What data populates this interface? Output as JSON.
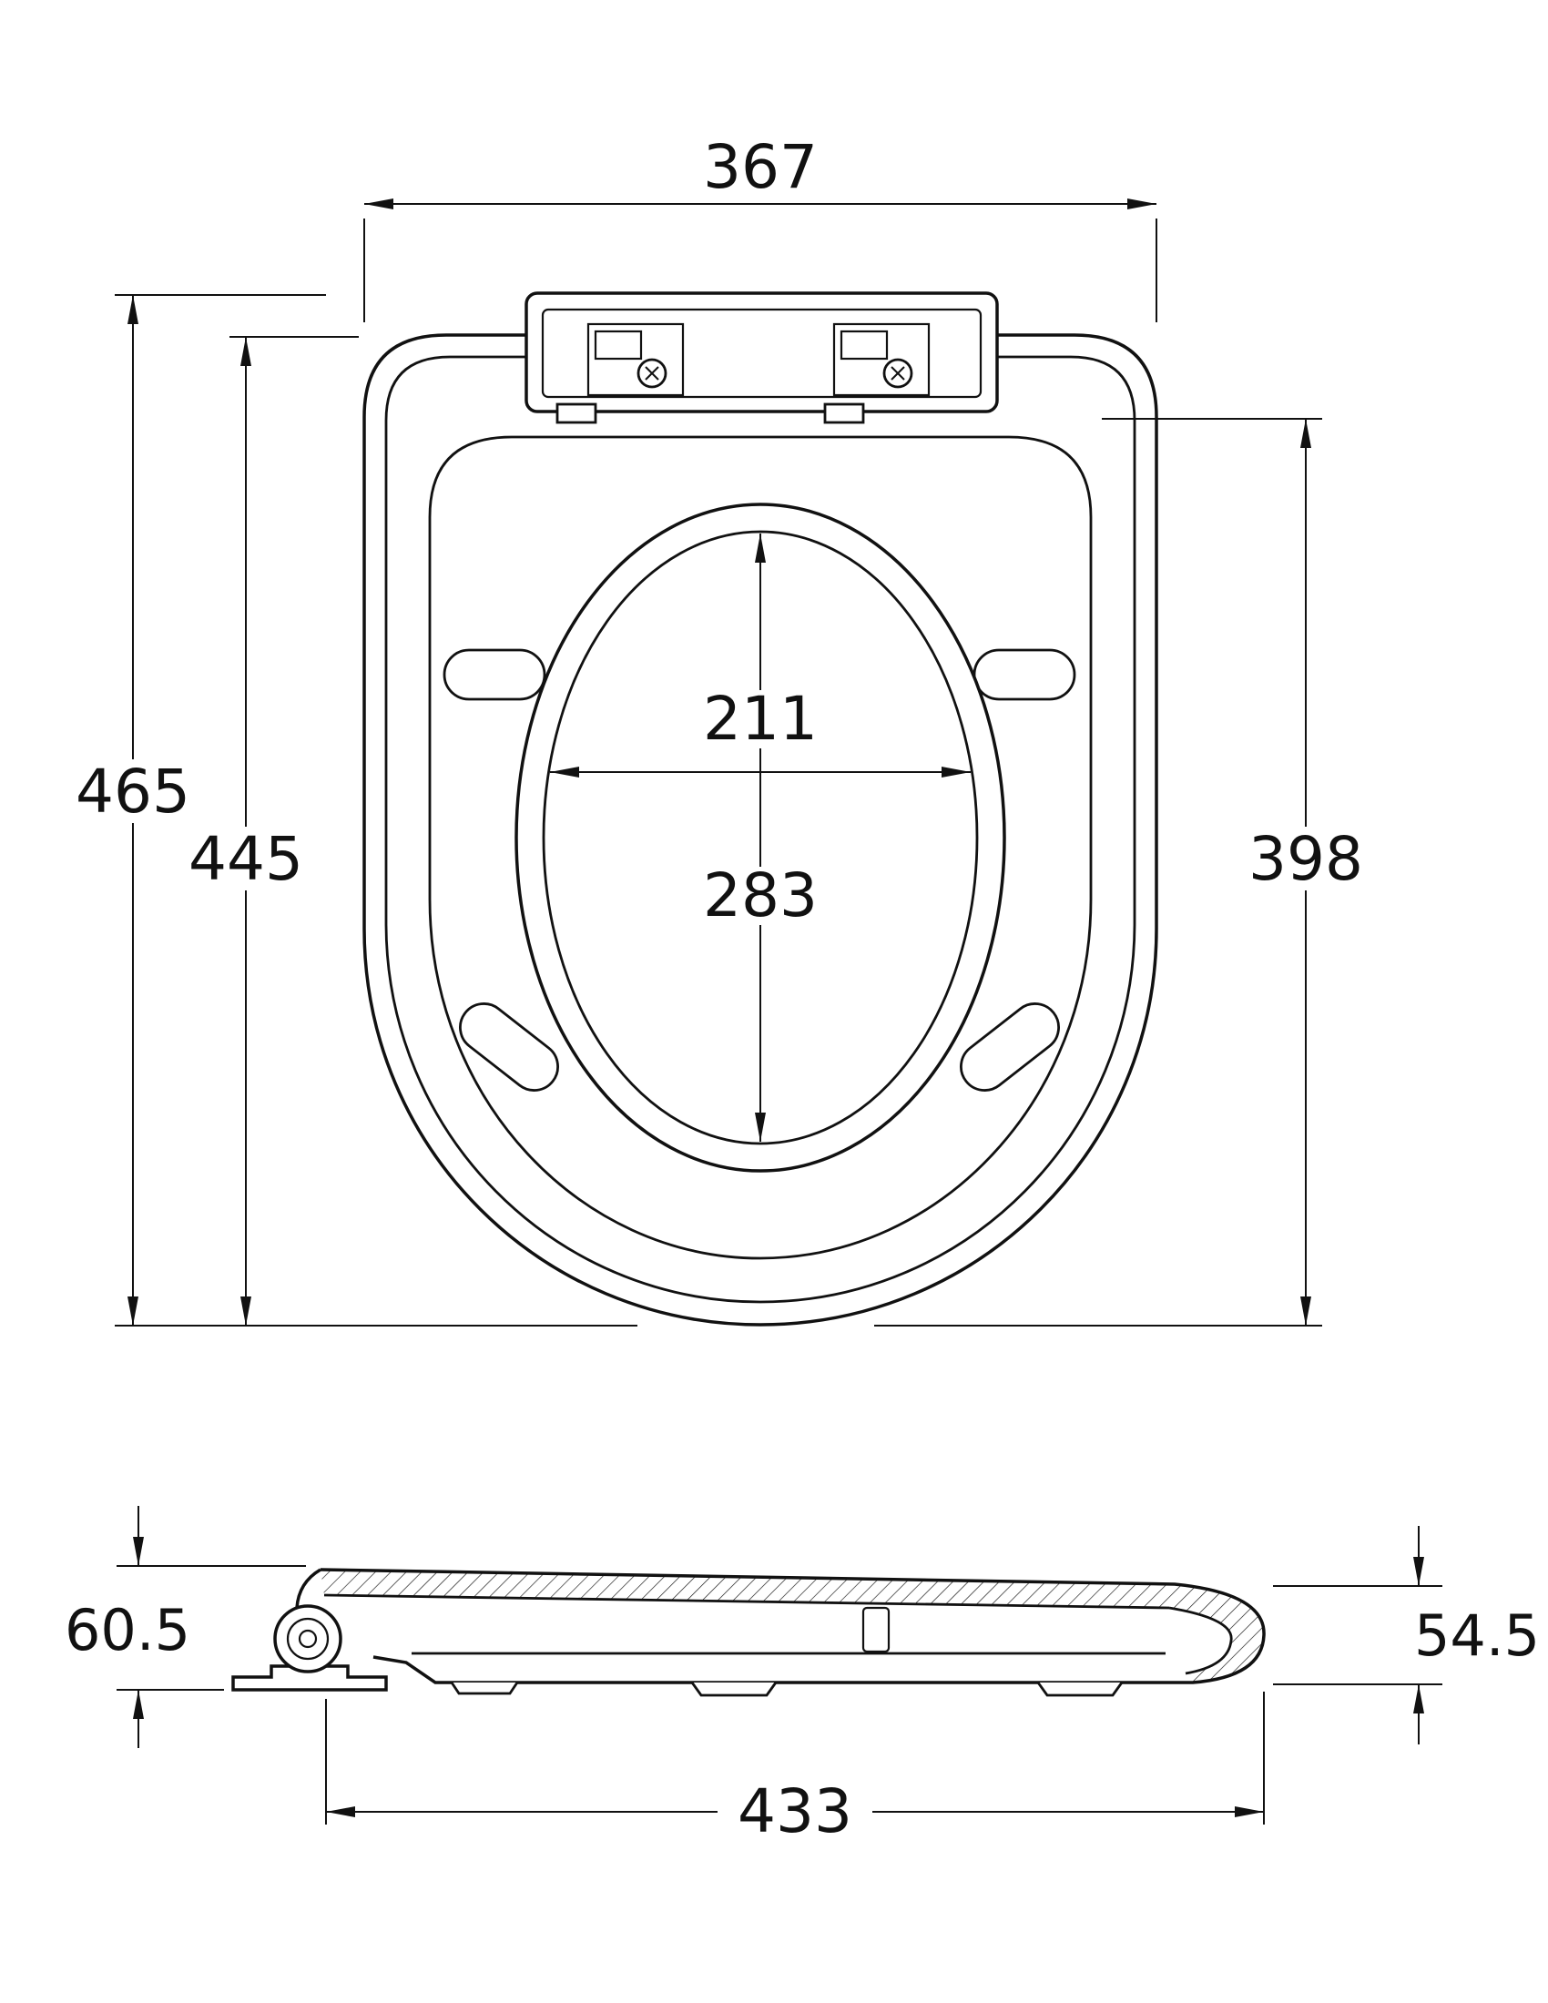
{
  "drawing": {
    "line_color": "#111111",
    "background_color": "#ffffff",
    "top_view": {
      "dimensions": {
        "overall_width": "367",
        "overall_length": "465",
        "seat_length": "445",
        "opening_width": "211",
        "opening_length": "283",
        "body_length": "398"
      }
    },
    "side_view": {
      "dimensions": {
        "height_hinge_end": "60.5",
        "height_front_end": "54.5",
        "seat_depth": "433"
      }
    }
  }
}
